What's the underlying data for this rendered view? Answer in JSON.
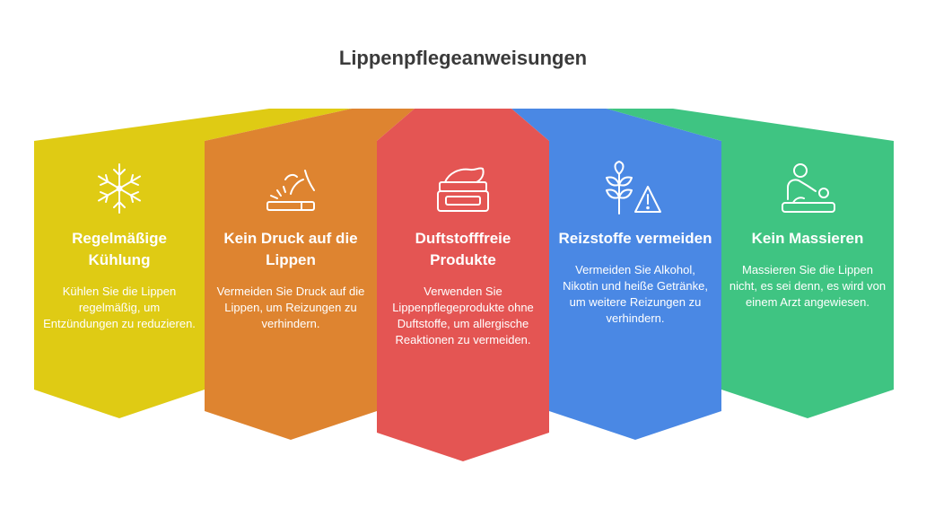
{
  "title": "Lippenpflegeanweisungen",
  "colors": {
    "yellow": "#dfcb14",
    "orange": "#de8430",
    "red": "#e45553",
    "blue": "#4a88e4",
    "green": "#3fc482",
    "text": "#3a3a3a"
  },
  "cards": [
    {
      "heading": "Regelmäßige Kühlung",
      "description": "Kühlen Sie die Lippen regelmäßig, um Entzündungen zu reduzieren.",
      "icon": "snowflake-icon"
    },
    {
      "heading": "Kein Druck auf die Lippen",
      "description": "Vermeiden Sie Druck auf die Lippen, um Reizungen zu verhindern.",
      "icon": "lipstick-pressure-icon"
    },
    {
      "heading": "Duftstofffreie Produkte",
      "description": "Verwenden Sie Lippenpflegeprodukte ohne Duftstoffe, um allergische Reaktionen zu vermeiden.",
      "icon": "cream-jar-icon"
    },
    {
      "heading": "Reizstoffe vermeiden",
      "description": "Vermeiden Sie Alkohol, Nikotin und heiße Getränke, um weitere Reizungen zu verhindern.",
      "icon": "plant-warning-icon"
    },
    {
      "heading": "Kein Massieren",
      "description": "Massieren Sie die Lippen nicht, es sei denn, es wird von einem Arzt angewiesen.",
      "icon": "massage-icon"
    }
  ]
}
